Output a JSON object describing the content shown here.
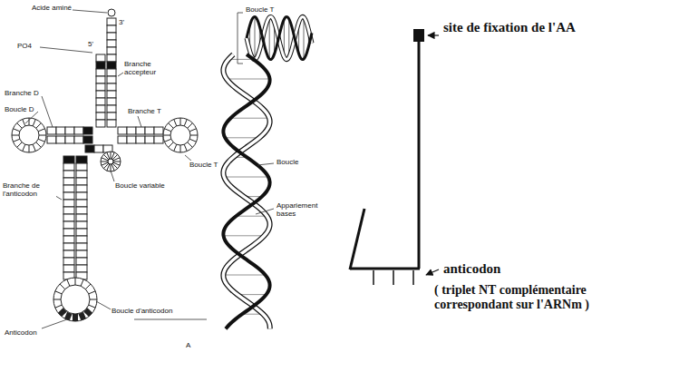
{
  "diagram": {
    "labels": [
      "Acide aminé",
      "3'",
      "5'",
      "PO4",
      "Branche D",
      "Boucle D",
      "Branche accepteur",
      "Branche T",
      "Boucle T",
      "Branche de l'anticodon",
      "Boucle variable",
      "Boucle d'anticodon",
      "Anticodon",
      "A",
      "Boucle T",
      "Boucle",
      "Appariement bases",
      "site de fixation de l'AA",
      "anticodon",
      "( triplet NT complémentaire correspondant sur l'ARNm )"
    ]
  }
}
